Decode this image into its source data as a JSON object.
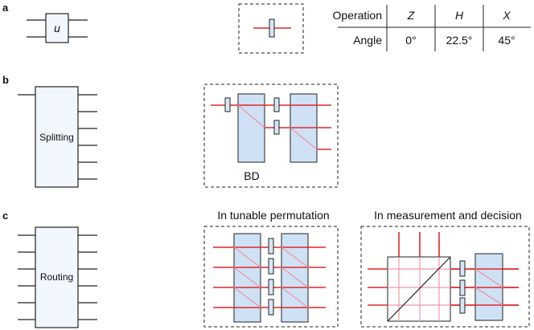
{
  "panels": {
    "a": "a",
    "b": "b",
    "c": "c"
  },
  "gate_label": "u",
  "table": {
    "row1": [
      "Operation",
      "Z",
      "H",
      "X"
    ],
    "row2": [
      "Angle",
      "0°",
      "22.5°",
      "45°"
    ]
  },
  "splitting": {
    "box_label": "Splitting",
    "bd_label": "BD"
  },
  "routing": {
    "box_label": "Routing",
    "caption_permutation": "In tunable permutation",
    "caption_measurement": "In measurement and decision"
  },
  "colors": {
    "beam": "#e0262b",
    "beam_faint": "#ec9aa8",
    "bd_fill": "#cfe2f5",
    "box_fill": "#f2f6fd",
    "waveplate_fill": "#d7e6f6",
    "stroke": "#222222"
  }
}
